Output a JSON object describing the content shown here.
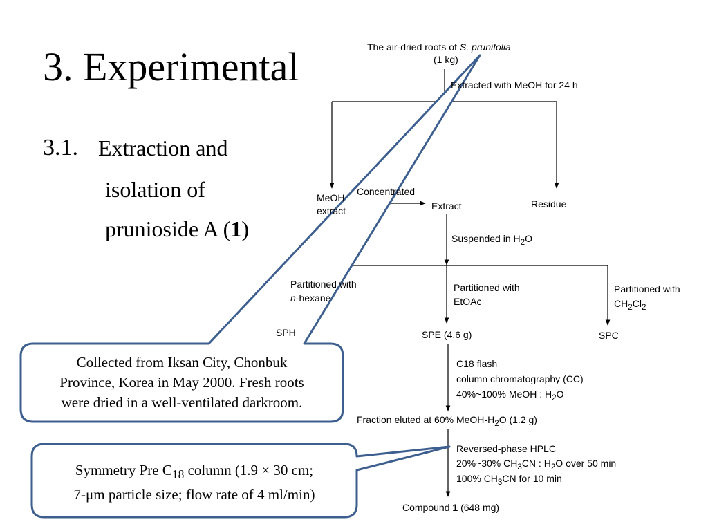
{
  "slide": {
    "title": "3. Experimental",
    "subsection": {
      "number": "3.1.",
      "line1": "Extraction and",
      "line2": "isolation of",
      "line3_prefix": "prunioside A (",
      "line3_bold": "1",
      "line3_suffix": ")"
    }
  },
  "flowchart": {
    "start_line1_prefix": "The air-dried roots of ",
    "start_line1_italic": "S. prunifolia",
    "start_line2": "(1 kg)",
    "step_extract": "Extracted with MeOH for 24 h",
    "node_meoh_line1": "MeOH",
    "node_meoh_line2": "extract",
    "step_concentrated": "Concentrated",
    "node_extract": "Extract",
    "node_residue": "Residue",
    "step_suspended_prefix": "Suspended in H",
    "step_suspended_sub": "2",
    "step_suspended_suffix": "O",
    "part_hexane_line1": "Partitioned with",
    "part_hexane_italic": "n",
    "part_hexane_rest": "-hexane",
    "part_etoac_line1": "Partitioned with",
    "part_etoac_line2": "EtOAc",
    "part_ch2cl2_line1": "Partitioned with",
    "part_ch2cl2_ch": "CH",
    "part_ch2cl2_sub1": "2",
    "part_ch2cl2_cl": "Cl",
    "part_ch2cl2_sub2": "2",
    "node_sph": "SPH",
    "node_spe": "SPE (4.6 g)",
    "node_spc": "SPC",
    "step_c18_line1": "C18 flash",
    "step_c18_line2": "column chromatography (CC)",
    "step_c18_line3_prefix": "40%~100% MeOH : H",
    "step_c18_line3_sub": "2",
    "step_c18_line3_suffix": "O",
    "node_fraction_prefix": "Fraction eluted at 60% MeOH-H",
    "node_fraction_sub": "2",
    "node_fraction_suffix": "O (1.2 g)",
    "step_hplc_line1": "Reversed-phase HPLC",
    "step_hplc_line2_a": "20%~30% CH",
    "step_hplc_line2_sub1": "3",
    "step_hplc_line2_b": "CN : H",
    "step_hplc_line2_sub2": "2",
    "step_hplc_line2_c": "O over 50 min",
    "step_hplc_line3_a": "100% CH",
    "step_hplc_line3_sub": "3",
    "step_hplc_line3_b": "CN for 10 min",
    "node_compound_prefix": "Compound ",
    "node_compound_bold": "1",
    "node_compound_suffix": " (648 mg)"
  },
  "callouts": {
    "roots_line1": "Collected from Iksan  City, Chonbuk",
    "roots_line2": "Province, Korea in May 2000. Fresh roots",
    "roots_line3": "were dried in a well-ventilated darkroom.",
    "column_prefix": "Symmetry Pre C",
    "column_sub": "18",
    "column_suffix": " column (1.9 × 30 cm;",
    "column_line2": "7-μm particle size; flow rate of 4 ml/min)"
  },
  "colors": {
    "callout_border": "#3d5f8f",
    "text": "#000000",
    "lines": "#000000"
  }
}
